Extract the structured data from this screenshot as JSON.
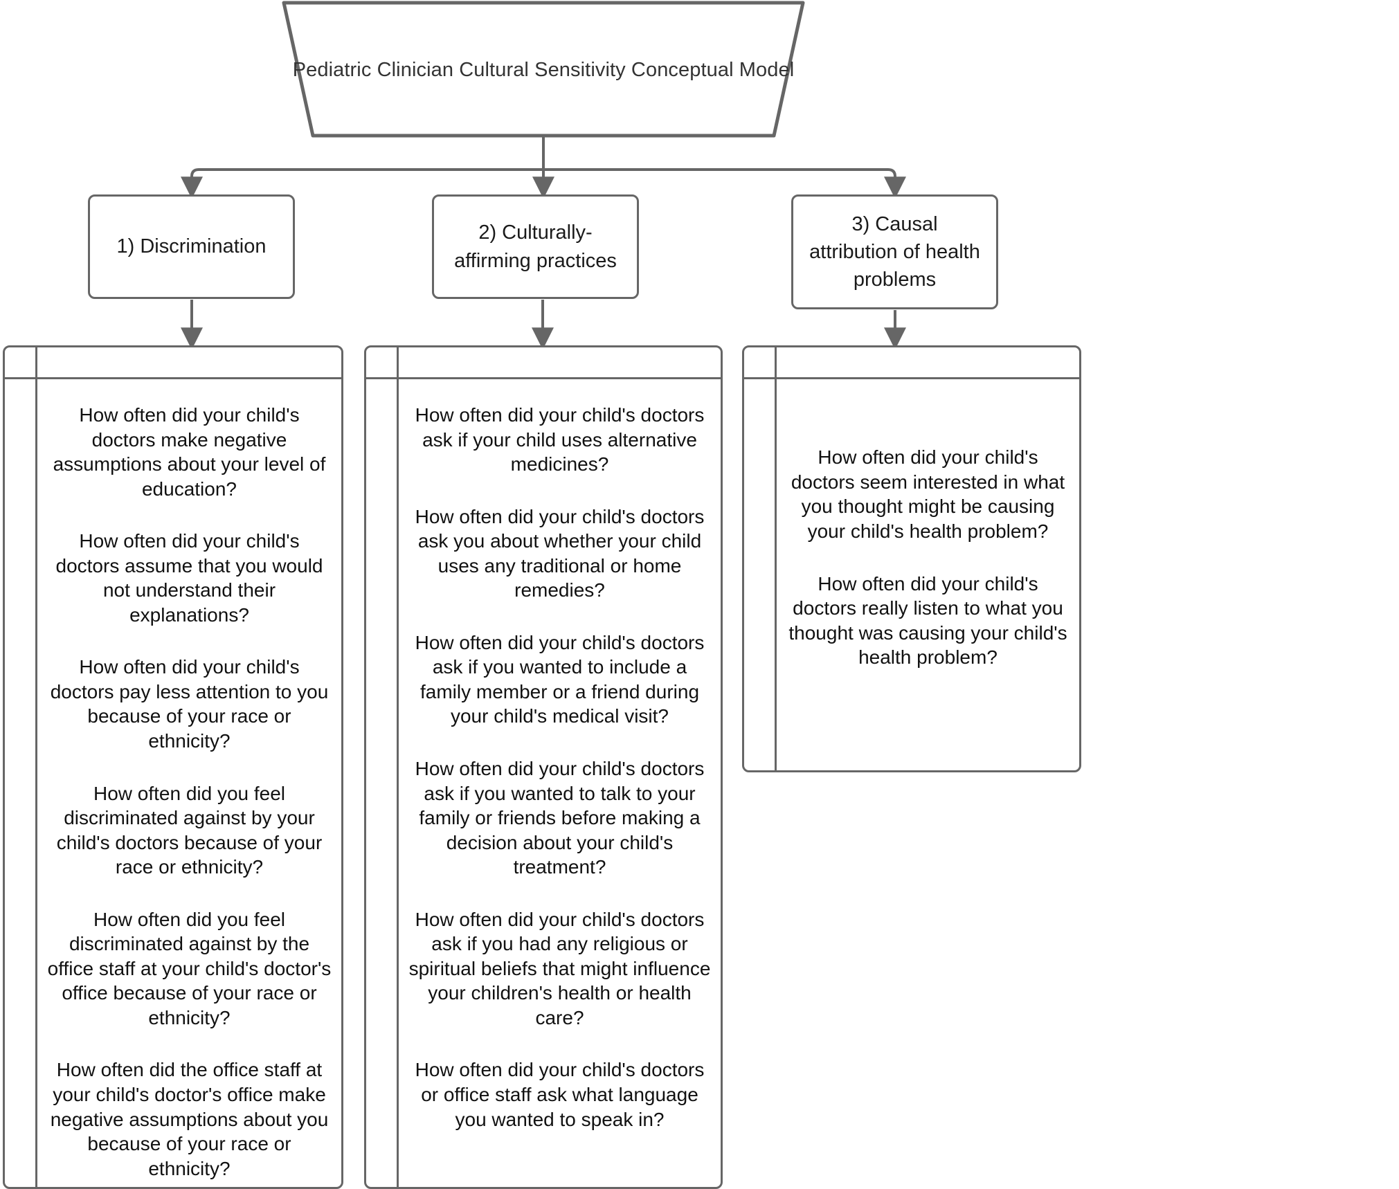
{
  "diagram": {
    "root": {
      "label": "Pediatric Clinician Cultural Sensitivity Conceptual Model"
    },
    "categories": [
      {
        "label": "1) Discrimination"
      },
      {
        "label": "2) Culturally-affirming practices"
      },
      {
        "label": "3) Causal attribution of health problems"
      }
    ],
    "item_groups": [
      {
        "items": [
          "How often did your child's doctors make negative assumptions about your level of education?",
          "How often did your child's doctors assume that you would not understand their explanations?",
          "How often did your child's doctors pay less attention to you because of your race or ethnicity?",
          "How often did you feel discriminated against by your child's doctors because of your race or ethnicity?",
          "How often did you feel discriminated against by the office staff at your child's doctor's office because of your race or ethnicity?",
          "How often did the office staff at your child's doctor's office make negative assumptions about you because of your race or ethnicity?"
        ]
      },
      {
        "items": [
          "How often did your child's doctors ask if your child uses alternative medicines?",
          "How often did your child's doctors ask you about whether your child uses any traditional or home remedies?",
          "How often did your child's doctors ask if you wanted to include a family member or a friend during your child's medical visit?",
          "How often did your child's doctors ask if you wanted to talk to your family or friends before making a decision about your child's treatment?",
          "How often did your child's doctors ask if you had any religious or spiritual beliefs that might influence your children's health or health care?",
          "How often did your child's doctors or office staff ask what language you wanted to speak in?"
        ]
      },
      {
        "items": [
          "How often did your child's doctors seem interested in what you thought might be causing your child's health problem?",
          "How often did your child's doctors really listen to what you thought was causing your child's health problem?"
        ]
      }
    ],
    "colors": {
      "stroke": "#666666",
      "text": "#1a1a1a",
      "background": "#ffffff"
    }
  }
}
